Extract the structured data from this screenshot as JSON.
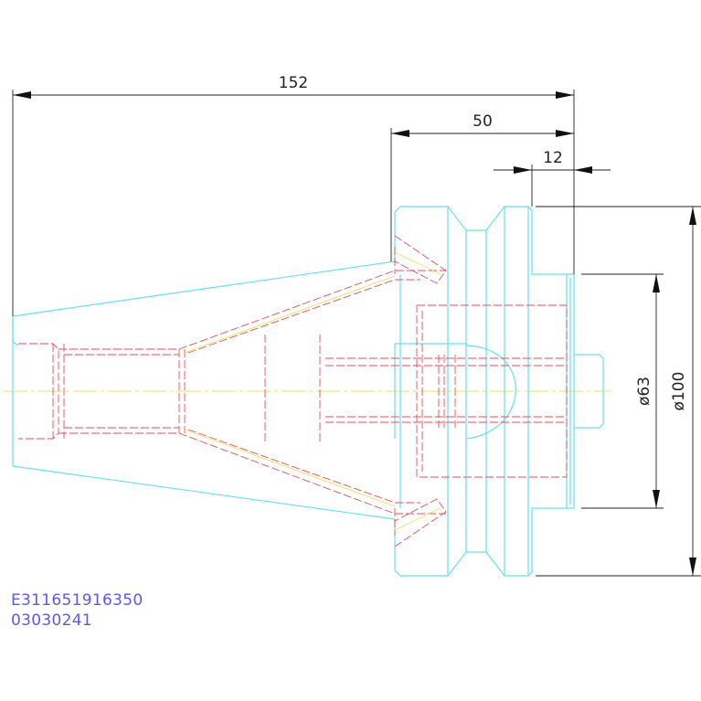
{
  "dimensions": {
    "overall_length": "152",
    "flange_length": "50",
    "flange_step": "12",
    "diameter_small": "ø63",
    "diameter_large": "ø100"
  },
  "part_code": {
    "line1": "E311651916350",
    "line2": "03030241"
  },
  "colors": {
    "outline": "#66e0ee",
    "hidden": "#e0505a",
    "centerline": "#e8e060",
    "dimension": "#222222",
    "code_text": "#5a5ae6"
  }
}
